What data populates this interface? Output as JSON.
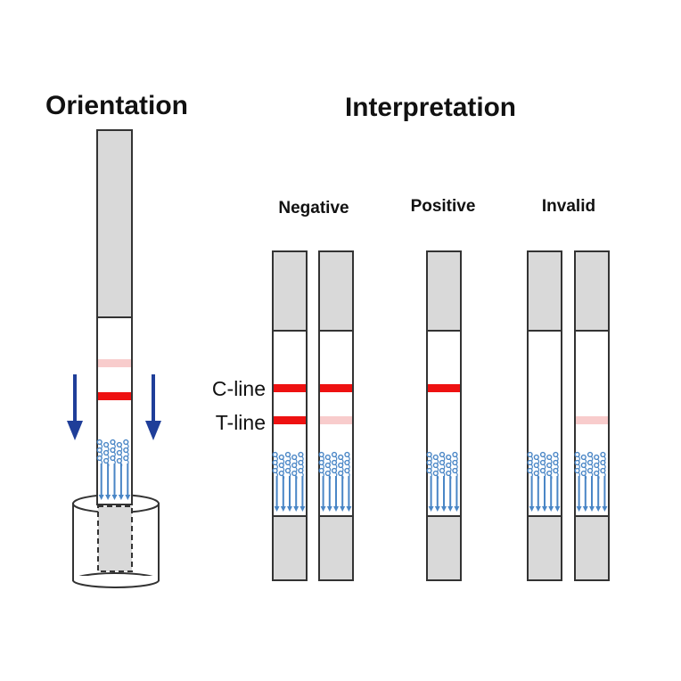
{
  "titles": {
    "orientation": "Orientation",
    "interpretation": "Interpretation"
  },
  "results": {
    "negative": "Negative",
    "positive": "Positive",
    "invalid": "Invalid"
  },
  "line_labels": {
    "c_line": "C-line",
    "t_line": "T-line"
  },
  "colors": {
    "strip_outline": "#333333",
    "pad_fill": "#d9d9d9",
    "strong_line": "#ee1111",
    "faint_line": "#f8cccc",
    "arrow": "#1f3e99",
    "flow": "#4a86c6"
  },
  "icons": {
    "orientation_arrows": "arrow-down-icon",
    "sample_flow": "sample-flow-icon",
    "sample_tube": "sample-tube-icon"
  },
  "strips": [
    {
      "group": "negative",
      "c_line": "strong",
      "t_line": "strong"
    },
    {
      "group": "negative",
      "c_line": "strong",
      "t_line": "faint"
    },
    {
      "group": "positive",
      "c_line": "strong",
      "t_line": "none"
    },
    {
      "group": "invalid",
      "c_line": "none",
      "t_line": "none"
    },
    {
      "group": "invalid",
      "c_line": "none",
      "t_line": "faint"
    }
  ]
}
